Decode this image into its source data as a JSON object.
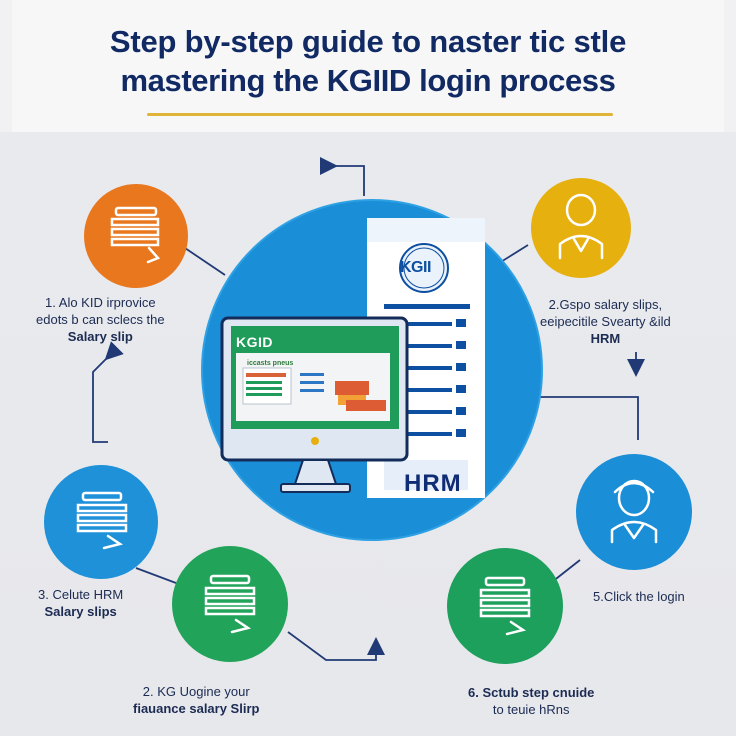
{
  "header": {
    "title_line_1": "Step by-step guide to naster tic stle",
    "title_line_2": "mastering the KGIID login process"
  },
  "center": {
    "monitor_title": "KGID",
    "window_caption": "iccasts pneus",
    "document_logo": "KGII",
    "document_footer": "HRM"
  },
  "steps": [
    {
      "id": "1",
      "line_1": "1. Alo KID irprovice",
      "line_2": "edots b can sclecs the",
      "line_3": "Salary slip",
      "color": "#e8771e",
      "icon": "document-stack-icon"
    },
    {
      "id": "2",
      "line_1": "2.Gspo salary slips,",
      "line_2": "eeipecitile Svearty &ild",
      "line_3": "HRM",
      "color": "#e6b00f",
      "icon": "user-avatar-icon"
    },
    {
      "id": "3",
      "line_1": "3. Celute HRM",
      "line_2": "Salary slips",
      "color": "#1e91d8",
      "icon": "document-stack-icon"
    },
    {
      "id": "4",
      "line_1": "2. KG Uogine your",
      "line_2": "fiauance salary Slirp",
      "color": "#22a35a",
      "icon": "document-stack-icon"
    },
    {
      "id": "5",
      "line_1": "5.Click the login",
      "color": "#1b8ed8",
      "icon": "user-avatar-icon"
    },
    {
      "id": "6",
      "line_1": "6. Sctub step cnuide",
      "line_2": "to teuie hRns",
      "color": "#1ea05d",
      "icon": "document-stack-icon"
    }
  ],
  "colors": {
    "title": "#112a63",
    "accent": "#e0b437",
    "main_circle": "#1b8ed8",
    "connector": "#213a75"
  }
}
